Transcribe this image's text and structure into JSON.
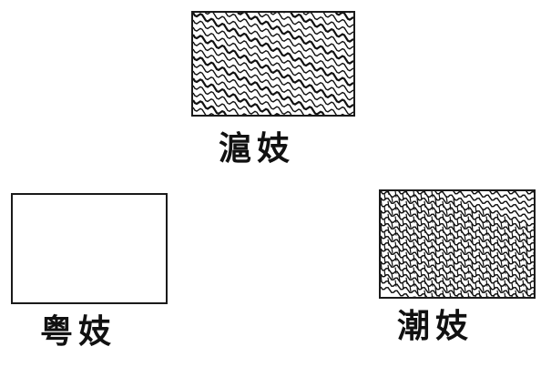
{
  "figure": {
    "panels": [
      {
        "id": "top",
        "label": "滬妓",
        "pattern": "wavy-lines"
      },
      {
        "id": "left",
        "label": "粤妓",
        "pattern": "blank"
      },
      {
        "id": "right",
        "label": "潮妓",
        "pattern": "wavy-lattice"
      }
    ],
    "colors": {
      "ink": "#111111",
      "paper": "#ffffff"
    }
  }
}
